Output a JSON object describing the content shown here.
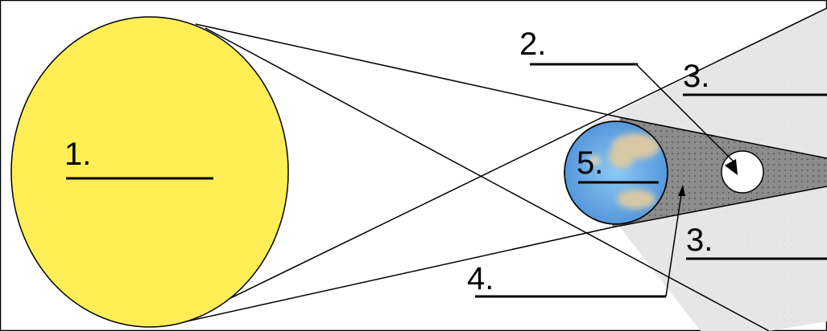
{
  "diagram": {
    "labels": {
      "sun": "1.",
      "moon": "2.",
      "penumbra_top": "3.",
      "penumbra_bottom": "3.",
      "umbra": "4.",
      "earth": "5."
    },
    "colors": {
      "sun": "#ffee55",
      "earth_ocean": "#6aaeea",
      "earth_land": "#d8c9a4",
      "moon": "#ffffff",
      "umbra": "#8c8c8c",
      "penumbra": "#e6e6e6",
      "line": "#000000"
    }
  }
}
